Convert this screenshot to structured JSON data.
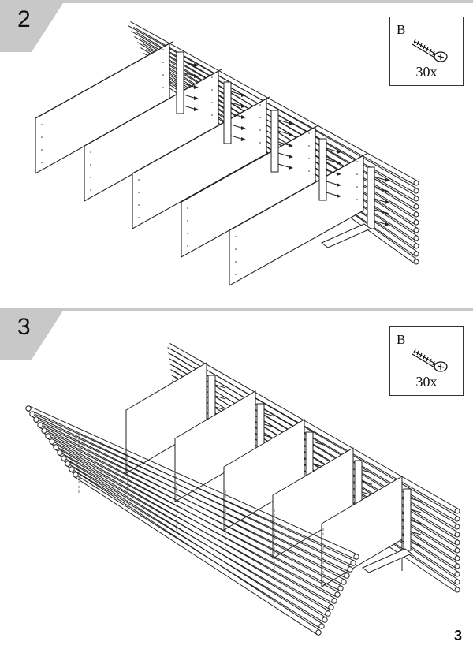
{
  "steps": [
    {
      "number": "2",
      "part": {
        "letter": "B",
        "quantity": "30x",
        "icon": "screw-icon"
      }
    },
    {
      "number": "3",
      "part": {
        "letter": "B",
        "quantity": "30x",
        "icon": "screw-icon"
      }
    }
  ],
  "page_number": "3"
}
